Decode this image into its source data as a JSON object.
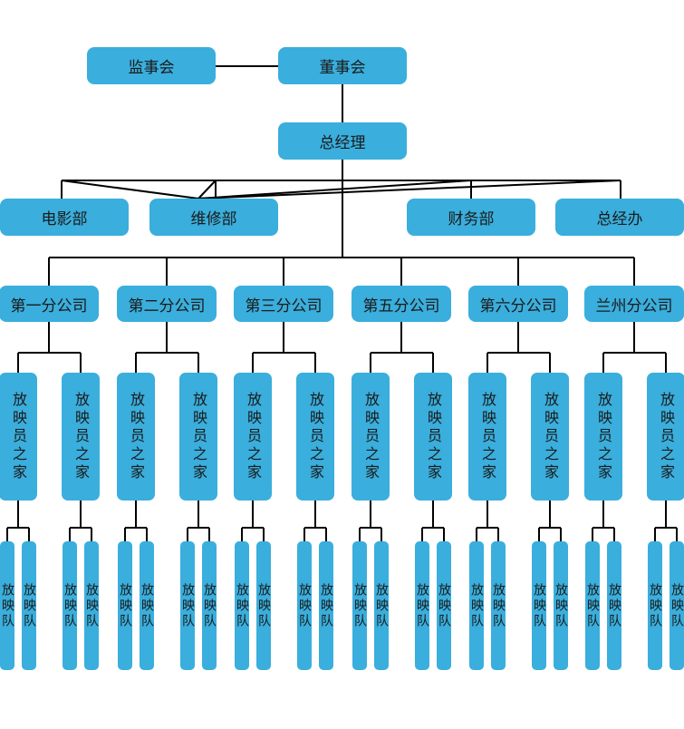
{
  "colors": {
    "box": "#3aaedc",
    "line": "#000000",
    "text": "#1a1a1a",
    "background": "#ffffff"
  },
  "top": {
    "supervisory_board": "监事会",
    "board_of_directors": "董事会"
  },
  "general_manager": "总经理",
  "departments": [
    "电影部",
    "维修部",
    "财务部",
    "总经办"
  ],
  "branches": [
    {
      "name": "第一分公司",
      "homes": [
        "放映员之家",
        "放映员之家"
      ]
    },
    {
      "name": "第二分公司",
      "homes": [
        "放映员之家",
        "放映员之家"
      ]
    },
    {
      "name": "第三分公司",
      "homes": [
        "放映员之家",
        "放映员之家"
      ]
    },
    {
      "name": "第五分公司",
      "homes": [
        "放映员之家",
        "放映员之家"
      ]
    },
    {
      "name": "第六分公司",
      "homes": [
        "放映员之家",
        "放映员之家"
      ]
    },
    {
      "name": "兰州分公司",
      "homes": [
        "放映员之家",
        "放映员之家"
      ]
    }
  ],
  "team_label": "放映队"
}
